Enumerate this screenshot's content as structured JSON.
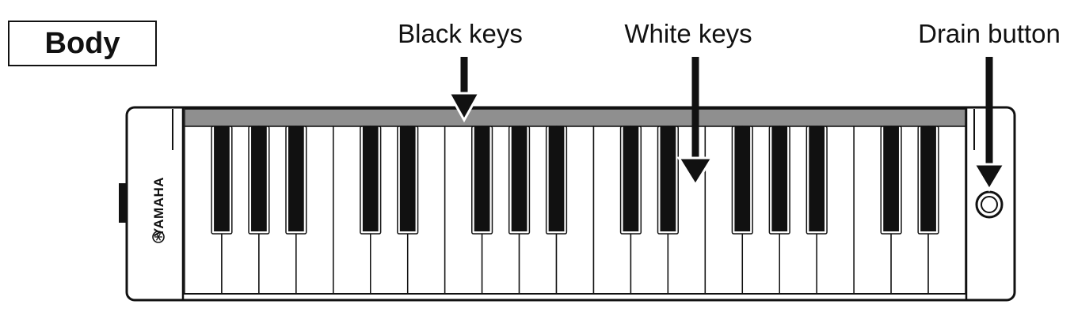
{
  "section_label": "Body",
  "callouts": {
    "black_keys": "Black keys",
    "white_keys": "White keys",
    "drain_button": "Drain button"
  },
  "brand": "YAMAHA",
  "keyboard": {
    "white_key_count": 21,
    "black_key_positions": [
      1,
      2,
      3,
      5,
      6,
      8,
      9,
      10,
      12,
      13,
      15,
      16,
      17,
      19,
      20
    ]
  },
  "colors": {
    "line": "#111111",
    "key_strip": "#8f8f8f",
    "black_key": "#111111",
    "white_key": "#ffffff"
  }
}
